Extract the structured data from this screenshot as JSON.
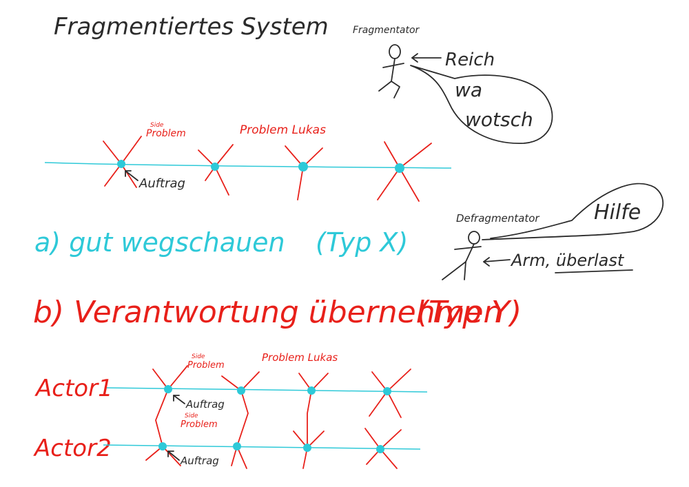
{
  "title": "Fragmentiertes System",
  "fragmentator": {
    "label": "Fragmentator",
    "arrow_note": "Reich",
    "speech": [
      "wa",
      "wotsch"
    ]
  },
  "diagram_top": {
    "side_problem": [
      "Side",
      "Problem"
    ],
    "problem_label": "Problem Lukas",
    "order_label": "Auftrag"
  },
  "option_a": {
    "text": "a) gut wegschauen",
    "type": "(Typ X)"
  },
  "defragmentator": {
    "label": "Defragmentator",
    "speech": "Hilfe",
    "arrow_note": "Arm, überlast"
  },
  "option_b": {
    "text": "b) Verantwortung übernehmen",
    "type": "(Typ Y)"
  },
  "diagram_bottom": {
    "actor1": "Actor1",
    "actor2": "Actor2",
    "side_problem_1": [
      "Side",
      "Problem"
    ],
    "side_problem_2": [
      "Side",
      "Problem"
    ],
    "problem_label": "Problem Lukas",
    "order_1": "Auftrag",
    "order_2": "Auftrag"
  },
  "colors": {
    "ink": "#2b2b2b",
    "red": "#e8201a",
    "cyan": "#2ec9d8"
  }
}
